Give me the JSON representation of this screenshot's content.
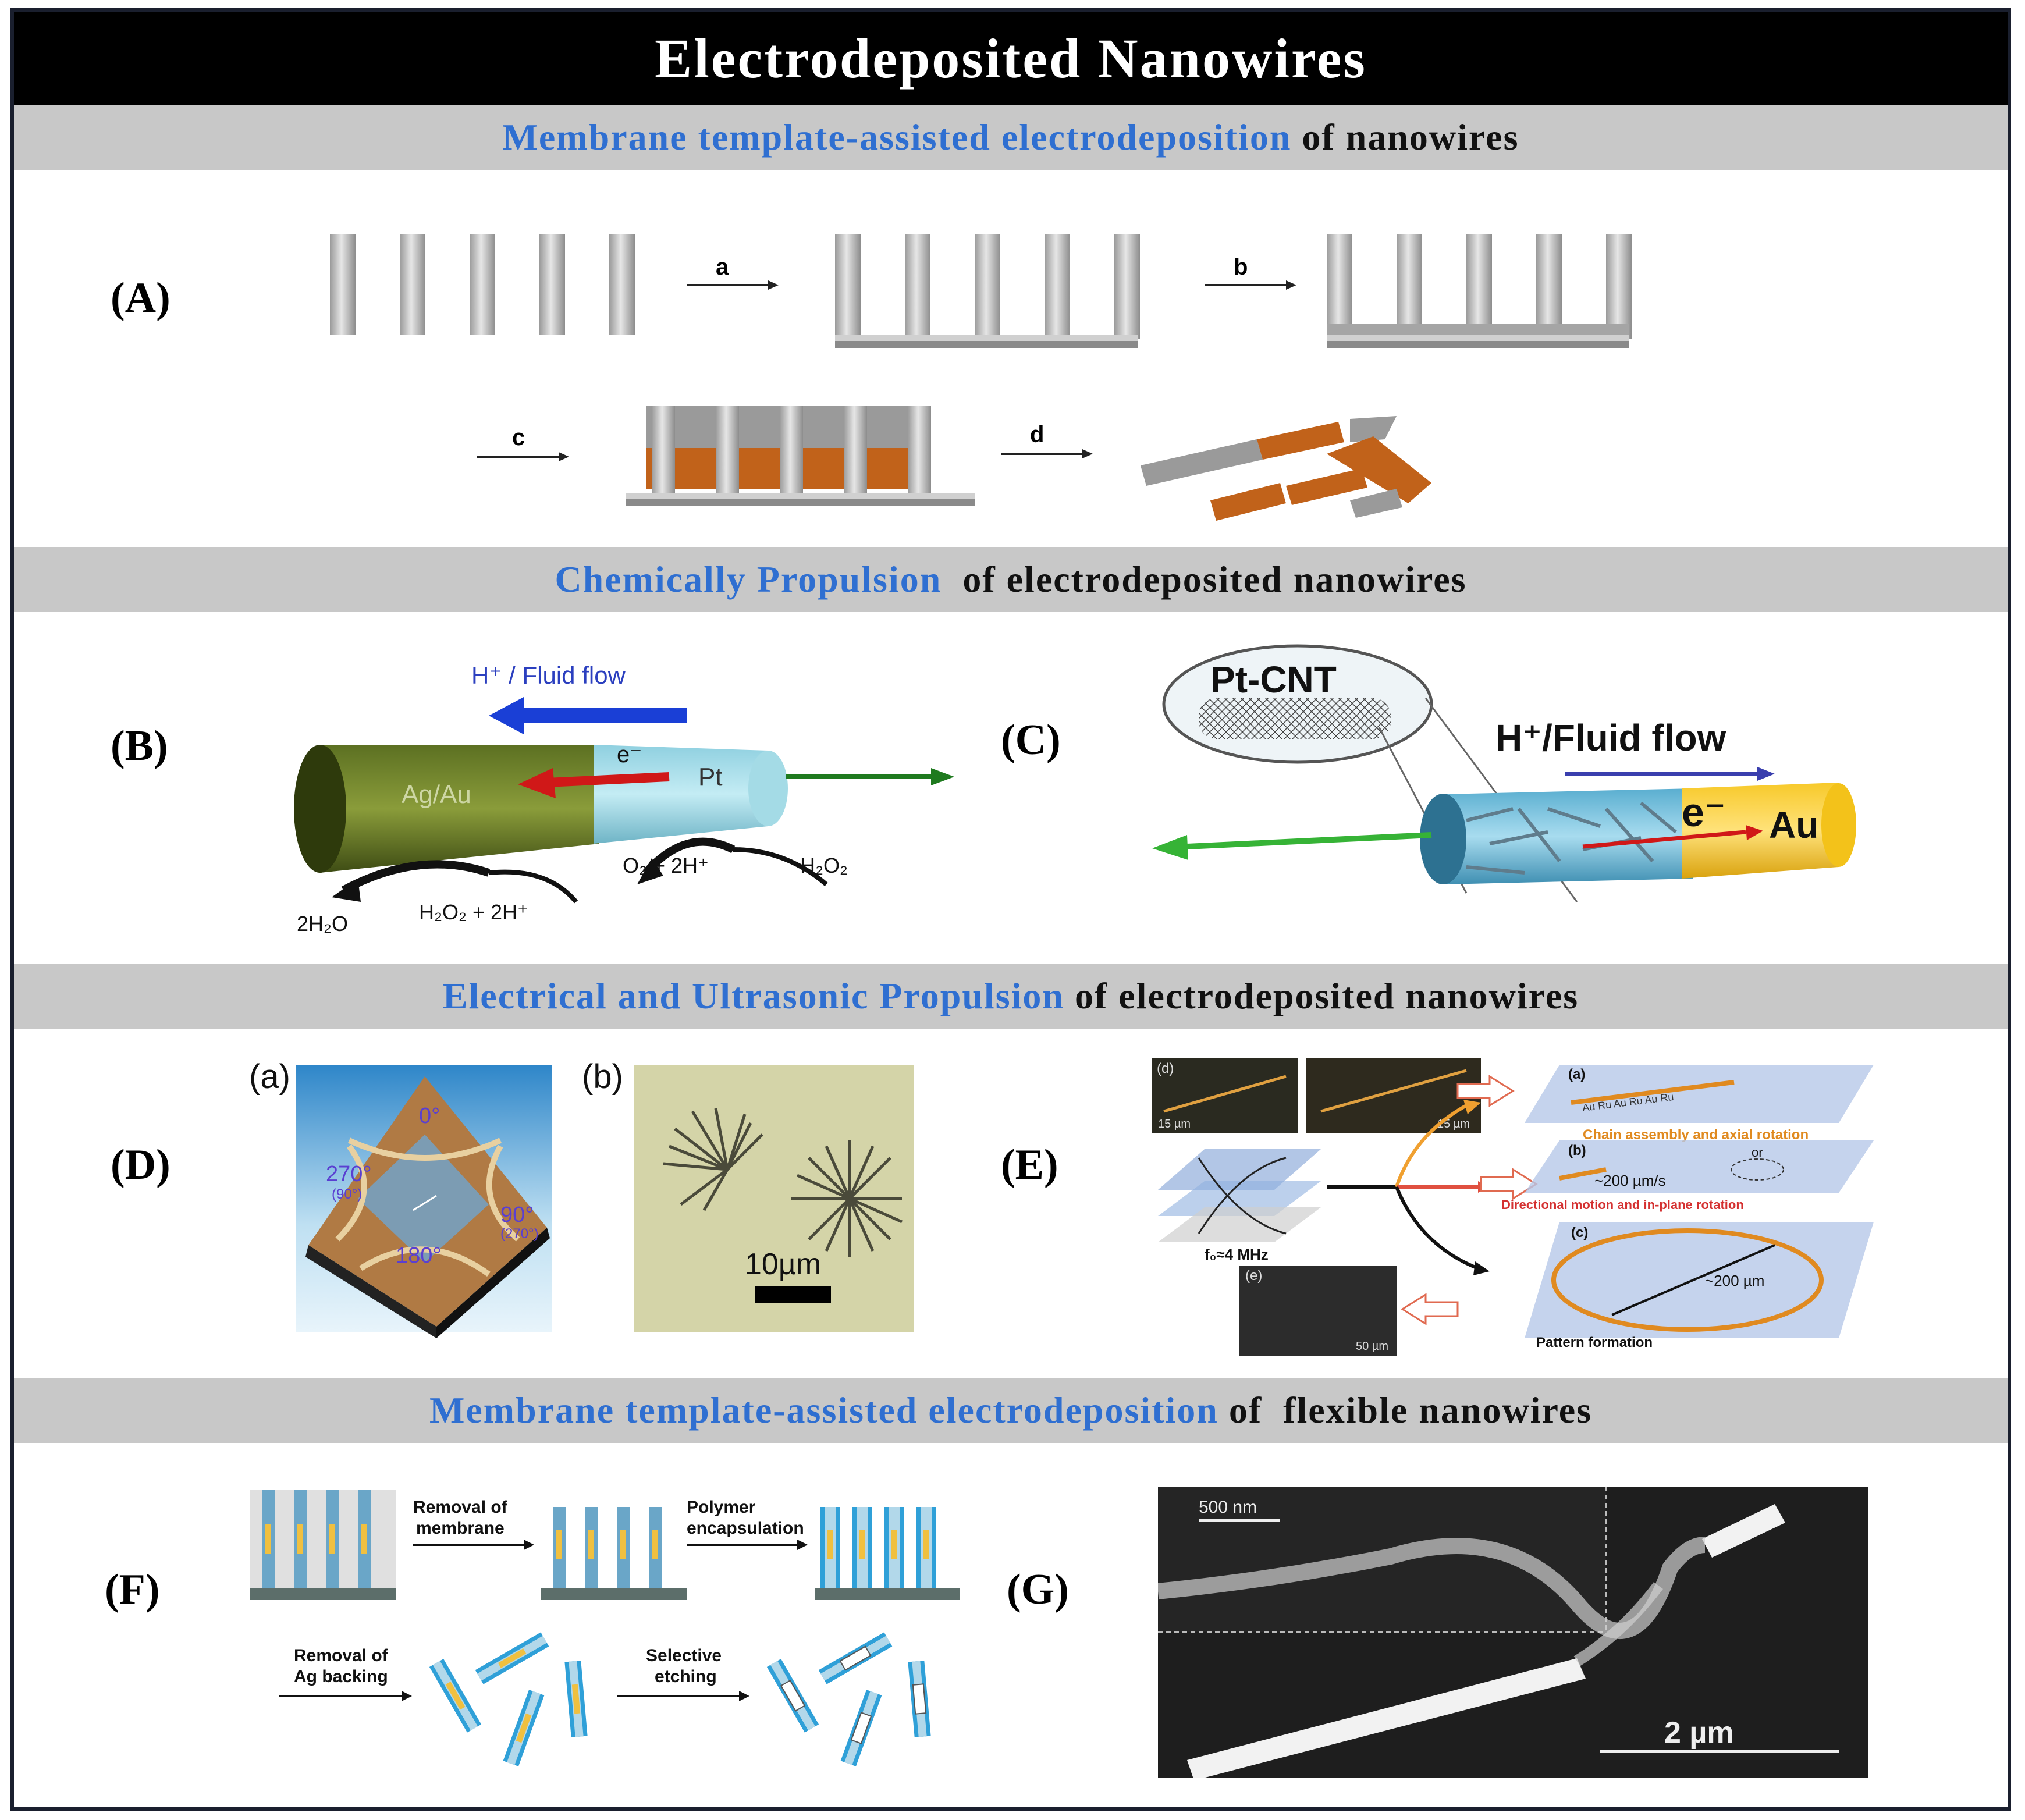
{
  "title": "Electrodeposited Nanowires",
  "sections": [
    {
      "blue": "Membrane template-assisted electrodeposition",
      "black": " of nanowires"
    },
    {
      "blue": "Chemically Propulsion",
      "black": "  of electrodeposited nanowires"
    },
    {
      "blue": "Electrical and Ultrasonic Propulsion",
      "black": " of electrodeposited nanowires"
    },
    {
      "blue": "Membrane template-assisted electrodeposition",
      "black": " of  flexible nanowires"
    }
  ],
  "panel_labels": {
    "A": "(A)",
    "B": "(B)",
    "C": "(C)",
    "D": "(D)",
    "E": "(E)",
    "F": "(F)",
    "G": "(G)"
  },
  "panel_a": {
    "steps": [
      "a",
      "b",
      "c",
      "d"
    ]
  },
  "panel_b": {
    "flow": "H⁺ / Fluid flow",
    "seg1": "Ag/Au",
    "seg2": "Pt",
    "electron": "e⁻",
    "r1": "2H₂O",
    "r2": "H₂O₂ + 2H⁺",
    "r3": "O₂ + 2H⁺",
    "r4": "H₂O₂"
  },
  "panel_c": {
    "inset": "Pt-CNT",
    "flow": "H⁺/Fluid flow",
    "electron": "e⁻",
    "metal": "Au"
  },
  "panel_d": {
    "sub_a": "(a)",
    "sub_b": "(b)",
    "a0": "0°",
    "a90": "90°",
    "a90s": "(270°)",
    "a180": "180°",
    "a270": "270°",
    "a270s": "(90°)",
    "scale": "10µm"
  },
  "panel_e": {
    "d": "(d)",
    "e": "(e)",
    "a": "(a)",
    "b": "(b)",
    "c": "(c)",
    "s1": "15 µm",
    "s2": "15 µm",
    "s3": "50 µm",
    "freq": "f₀≈4 MHz",
    "chain": "Au Ru Au Ru Au Ru",
    "t1": "Chain assembly and axial rotation",
    "speed": "~200 µm/s",
    "or": "or",
    "t2": "Directional motion and in-plane rotation",
    "dist": "~200 µm",
    "t3": "Pattern formation"
  },
  "panel_f": {
    "s1": "Removal of membrane",
    "s2": "Polymer encapsulation",
    "s3": "Removal of Ag backing",
    "s4": "Selective etching"
  },
  "panel_g": {
    "scale_small": "500 nm",
    "scale_big": "2 µm"
  },
  "colors": {
    "blue": "#2f6fd1",
    "band": "#c8c8c8",
    "copper": "#c1621a",
    "rod": "#b8b8b8"
  }
}
